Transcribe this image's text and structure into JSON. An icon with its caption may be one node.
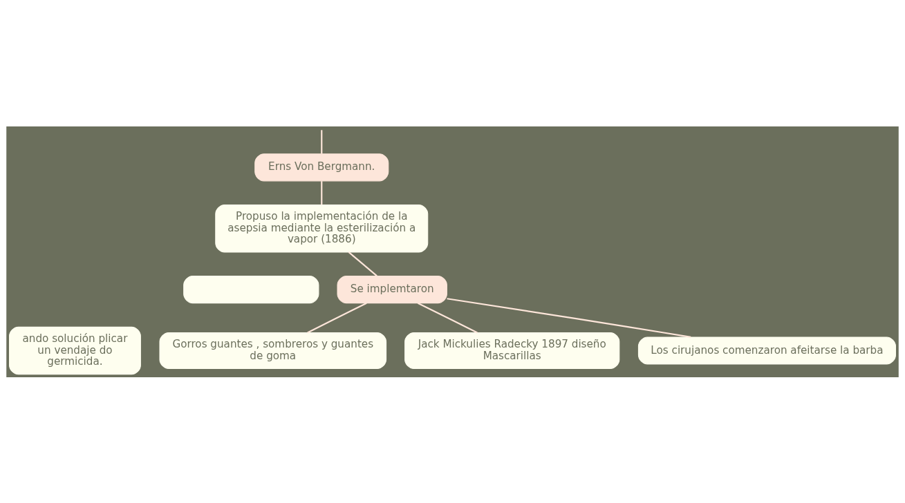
{
  "diagram": {
    "nodes": [
      {
        "text": [
          "Erns Von Bergmann."
        ]
      },
      {
        "text": [
          "Propuso la implementación de la asepsia mediante la esterilización a vapor (1886)"
        ]
      },
      {
        "text": [],
        "shape": "box"
      },
      {
        "text": [
          "Se implemtaron"
        ]
      },
      {
        "text": [
          "ando solución plicar un vendaje do germicida."
        ]
      },
      {
        "text": [
          "Gorros guantes , sombreros y guantes de goma"
        ]
      },
      {
        "text": [
          "Jack Mickulies Radecky 1897 diseño Mascarillas"
        ]
      },
      {
        "text": [
          "Los cirujanos comenzaron afeitarse la barba"
        ]
      }
    ],
    "edges": [
      {
        "from": null,
        "to": 0,
        "arrow": "none"
      },
      {
        "from": 0,
        "to": 1,
        "arrow": "none"
      },
      {
        "from": 1,
        "to": 3,
        "arrow": "none"
      },
      {
        "from": 3,
        "to": 5,
        "arrow": "none"
      },
      {
        "from": 3,
        "to": 6,
        "arrow": "none"
      },
      {
        "from": 3,
        "to": 7,
        "arrow": "none"
      }
    ]
  }
}
